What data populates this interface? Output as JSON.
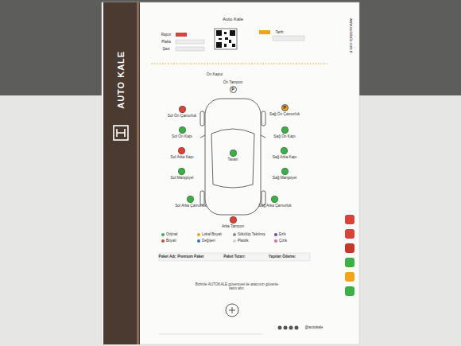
{
  "diagram": {
    "title": "Auto Kale",
    "nodes": [
      {
        "text": [
          "Ön Tampon",
          "P"
        ]
      },
      {
        "text": [
          "Sol Ön Çamurluk"
        ]
      },
      {
        "text": [
          "Sağ Ön Çamurluk",
          "P"
        ]
      },
      {
        "text": [
          "Sol Ön Kapı"
        ]
      },
      {
        "text": [
          "Sağ Ön Kapı"
        ]
      },
      {
        "text": [
          "Sol Arka Kapı"
        ]
      },
      {
        "text": [
          "Tavan"
        ]
      },
      {
        "text": [
          "Sağ Arka Kapı"
        ]
      },
      {
        "text": [
          "Sol Marşpiyel"
        ]
      },
      {
        "text": [
          "Sağ Marşpiyel"
        ]
      },
      {
        "text": [
          "Sol Arka Çamurluk"
        ]
      },
      {
        "text": [
          "Sağ Arka Çamurluk"
        ]
      },
      {
        "text": [
          "Arka Tampon"
        ]
      }
    ],
    "labels": [
      "AUTO KALE",
      "Rapor",
      "Plaka",
      "Şasi",
      "Tarih:",
      "Ön Kaput",
      "Paket Adı: Premium Paket",
      "Paket Tutarı:",
      "Yapılan Ödeme:",
      "Bizimle AUTOKALE güvencesi ile aracınızı güvenle satın alın.",
      "@autokale",
      "www.autokale.com.tr"
    ],
    "legend": [
      {
        "text": "Orijinal",
        "color": "#3fae49"
      },
      {
        "text": "Boyalı",
        "color": "#d9443a"
      },
      {
        "text": "Lokal Boyalı",
        "color": "#f3a21b"
      },
      {
        "text": "Değişen",
        "color": "#2f6fd6"
      },
      {
        "text": "Sökülüp Takılmış",
        "color": "#8a8a8a"
      },
      {
        "text": "Plastik",
        "color": "#cfcfcf"
      },
      {
        "text": "Ezik",
        "color": "#7b3fc4"
      },
      {
        "text": "Çizik",
        "color": "#e06aa8"
      }
    ]
  }
}
